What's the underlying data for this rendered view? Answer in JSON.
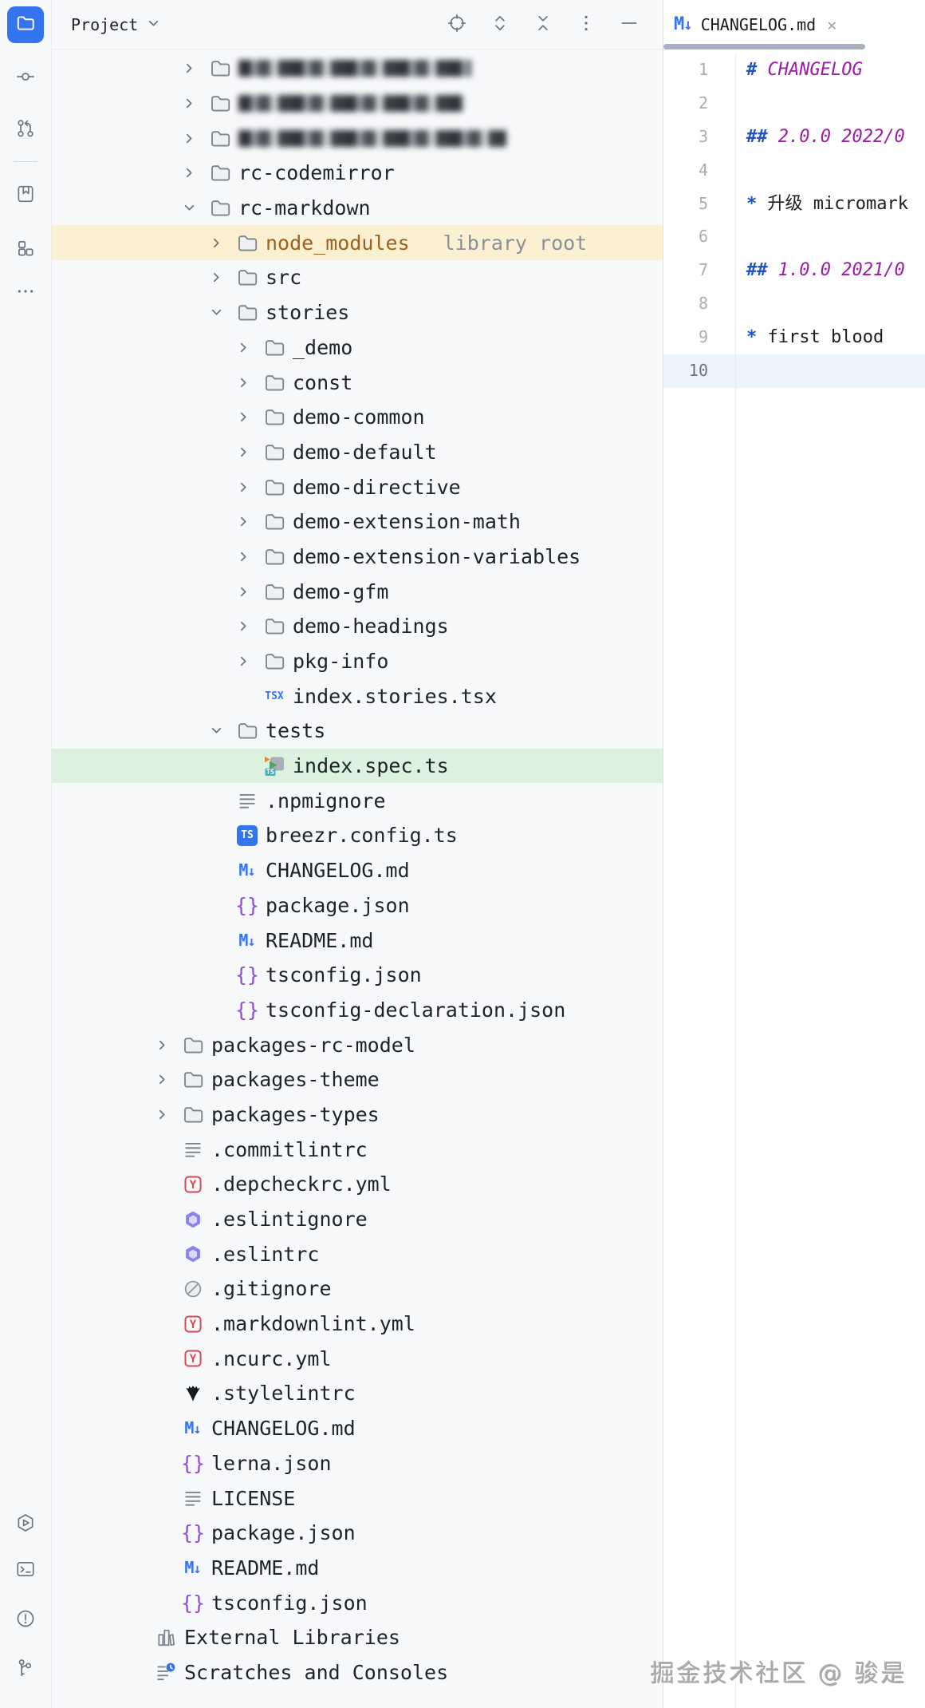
{
  "colors": {
    "accent_blue": "#3574f0",
    "panel_bg": "#f7f8fa",
    "library_row_highlight": "#fbf1d2",
    "selected_file_highlight": "#dcf2df",
    "excluded_folder_text": "#9e601c",
    "tab_underline": "#a9afc0",
    "caret_line": "#ecf4fd",
    "md_marker_blue": "#2253c2",
    "md_header_purple": "#9e1ba8",
    "json_icon_purple": "#8f4fd6",
    "yaml_icon_red": "#d4485a"
  },
  "activity_bar": {
    "top": [
      {
        "name": "project",
        "icon": "project",
        "active": true
      },
      {
        "name": "commit",
        "icon": "commit"
      },
      {
        "name": "pull-requests",
        "icon": "pull-requests"
      },
      {
        "name": "divider"
      },
      {
        "name": "bookmarks",
        "icon": "bookmarks"
      },
      {
        "name": "structure",
        "icon": "structure"
      },
      {
        "name": "more",
        "icon": "more"
      }
    ],
    "bottom": [
      {
        "name": "services",
        "icon": "services"
      },
      {
        "name": "terminal",
        "icon": "terminal"
      },
      {
        "name": "problems",
        "icon": "problems"
      },
      {
        "name": "version-control",
        "icon": "version-control"
      }
    ]
  },
  "project_panel": {
    "title": "Project",
    "header_actions": [
      {
        "name": "select-opened-file",
        "icon": "locate"
      },
      {
        "name": "expand-all",
        "icon": "expand-all"
      },
      {
        "name": "collapse-all",
        "icon": "collapse-all"
      },
      {
        "name": "options",
        "icon": "kebab"
      },
      {
        "name": "hide",
        "icon": "hide"
      }
    ],
    "tree": [
      {
        "label": "",
        "blur_w": 292,
        "depth": 2,
        "icon": "folder",
        "chevron": "right"
      },
      {
        "label": "",
        "blur_w": 282,
        "depth": 2,
        "icon": "folder",
        "chevron": "right"
      },
      {
        "label": "",
        "blur_w": 336,
        "depth": 2,
        "icon": "folder",
        "chevron": "right"
      },
      {
        "label": "rc-codemirror",
        "depth": 2,
        "icon": "folder",
        "chevron": "right"
      },
      {
        "label": "rc-markdown",
        "depth": 2,
        "icon": "folder",
        "chevron": "down"
      },
      {
        "label": "node_modules",
        "depth": 3,
        "icon": "folder",
        "chevron": "right",
        "bg": "yellow",
        "cls": "excluded",
        "suffix": "library root"
      },
      {
        "label": "src",
        "depth": 3,
        "icon": "folder",
        "chevron": "right"
      },
      {
        "label": "stories",
        "depth": 3,
        "icon": "folder",
        "chevron": "down"
      },
      {
        "label": "_demo",
        "depth": 4,
        "icon": "folder",
        "chevron": "right"
      },
      {
        "label": "const",
        "depth": 4,
        "icon": "folder",
        "chevron": "right"
      },
      {
        "label": "demo-common",
        "depth": 4,
        "icon": "folder",
        "chevron": "right"
      },
      {
        "label": "demo-default",
        "depth": 4,
        "icon": "folder",
        "chevron": "right"
      },
      {
        "label": "demo-directive",
        "depth": 4,
        "icon": "folder",
        "chevron": "right"
      },
      {
        "label": "demo-extension-math",
        "depth": 4,
        "icon": "folder",
        "chevron": "right"
      },
      {
        "label": "demo-extension-variables",
        "depth": 4,
        "icon": "folder",
        "chevron": "right"
      },
      {
        "label": "demo-gfm",
        "depth": 4,
        "icon": "folder",
        "chevron": "right"
      },
      {
        "label": "demo-headings",
        "depth": 4,
        "icon": "folder",
        "chevron": "right"
      },
      {
        "label": "pkg-info",
        "depth": 4,
        "icon": "folder",
        "chevron": "right"
      },
      {
        "label": "index.stories.tsx",
        "depth": 4,
        "icon": "tsx"
      },
      {
        "label": "tests",
        "depth": 3,
        "icon": "folder",
        "chevron": "down"
      },
      {
        "label": "index.spec.ts",
        "depth": 4,
        "icon": "test",
        "bg": "green"
      },
      {
        "label": ".npmignore",
        "depth": 3,
        "icon": "text"
      },
      {
        "label": "breezr.config.ts",
        "depth": 3,
        "icon": "ts"
      },
      {
        "label": "CHANGELOG.md",
        "depth": 3,
        "icon": "md"
      },
      {
        "label": "package.json",
        "depth": 3,
        "icon": "json"
      },
      {
        "label": "README.md",
        "depth": 3,
        "icon": "md"
      },
      {
        "label": "tsconfig.json",
        "depth": 3,
        "icon": "json"
      },
      {
        "label": "tsconfig-declaration.json",
        "depth": 3,
        "icon": "json"
      },
      {
        "label": "packages-rc-model",
        "depth": 1,
        "icon": "folder",
        "chevron": "right"
      },
      {
        "label": "packages-theme",
        "depth": 1,
        "icon": "folder",
        "chevron": "right"
      },
      {
        "label": "packages-types",
        "depth": 1,
        "icon": "folder",
        "chevron": "right"
      },
      {
        "label": ".commitlintrc",
        "depth": 1,
        "icon": "text"
      },
      {
        "label": ".depcheckrc.yml",
        "depth": 1,
        "icon": "yaml"
      },
      {
        "label": ".eslintignore",
        "depth": 1,
        "icon": "eslint"
      },
      {
        "label": ".eslintrc",
        "depth": 1,
        "icon": "eslint"
      },
      {
        "label": ".gitignore",
        "depth": 1,
        "icon": "ignored"
      },
      {
        "label": ".markdownlint.yml",
        "depth": 1,
        "icon": "yaml"
      },
      {
        "label": ".ncurc.yml",
        "depth": 1,
        "icon": "yaml"
      },
      {
        "label": ".stylelintrc",
        "depth": 1,
        "icon": "stylelint"
      },
      {
        "label": "CHANGELOG.md",
        "depth": 1,
        "icon": "md"
      },
      {
        "label": "lerna.json",
        "depth": 1,
        "icon": "json"
      },
      {
        "label": "LICENSE",
        "depth": 1,
        "icon": "text"
      },
      {
        "label": "package.json",
        "depth": 1,
        "icon": "json"
      },
      {
        "label": "README.md",
        "depth": 1,
        "icon": "md"
      },
      {
        "label": "tsconfig.json",
        "depth": 1,
        "icon": "json"
      },
      {
        "label": "External Libraries",
        "depth": 0,
        "icon": "extlib"
      },
      {
        "label": "Scratches and Consoles",
        "depth": 0,
        "icon": "scratches"
      }
    ]
  },
  "editor": {
    "tab": {
      "title": "CHANGELOG.md",
      "icon": "markdown"
    },
    "active_line": 10,
    "lines": [
      {
        "n": 1,
        "seg": [
          [
            "mkh",
            "# "
          ],
          [
            "hdr",
            "CHANGELOG"
          ]
        ]
      },
      {
        "n": 2,
        "seg": []
      },
      {
        "n": 3,
        "seg": [
          [
            "mkh",
            "## "
          ],
          [
            "hdr",
            "2.0.0 2022/0"
          ]
        ]
      },
      {
        "n": 4,
        "seg": []
      },
      {
        "n": 5,
        "seg": [
          [
            "mkb",
            "* "
          ],
          [
            "pln",
            "升级 micromark"
          ]
        ]
      },
      {
        "n": 6,
        "seg": []
      },
      {
        "n": 7,
        "seg": [
          [
            "mkh",
            "## "
          ],
          [
            "hdr",
            "1.0.0 2021/0"
          ]
        ]
      },
      {
        "n": 8,
        "seg": []
      },
      {
        "n": 9,
        "seg": [
          [
            "mkb",
            "* "
          ],
          [
            "pln",
            "first blood"
          ]
        ]
      },
      {
        "n": 10,
        "seg": [],
        "active": true
      }
    ]
  },
  "watermark": {
    "text": "掘金技术社区 @ 骏是"
  }
}
